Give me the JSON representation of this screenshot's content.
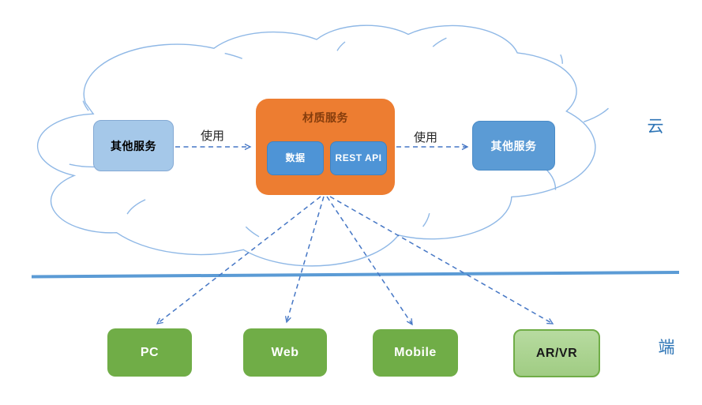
{
  "diagram": {
    "zone_labels": {
      "cloud": "云",
      "client": "端"
    },
    "cloud_nodes": {
      "other_left": "其他服务",
      "material": "材质服务",
      "data": "数据",
      "rest_api": "REST API",
      "other_right": "其他服务"
    },
    "edge_labels": {
      "left": "使用",
      "right": "使用"
    },
    "clients": [
      {
        "label": "PC"
      },
      {
        "label": "Web"
      },
      {
        "label": "Mobile"
      },
      {
        "label": "AR/VR"
      }
    ]
  },
  "colors": {
    "other_left_fill": "#A5C8E9",
    "other_right_fill": "#5B9BD5",
    "material_fill": "#ED7D31",
    "material_title_text": "#843C0C",
    "sub_box_fill": "#4E94D6",
    "client_fill": "#70AD47",
    "arvr_fill": "#AED695",
    "arrow": "#4677C5",
    "cloud_outline": "#8FB8E6",
    "divider": "#5B9BD5",
    "zone_label_text": "#2E75B6"
  }
}
